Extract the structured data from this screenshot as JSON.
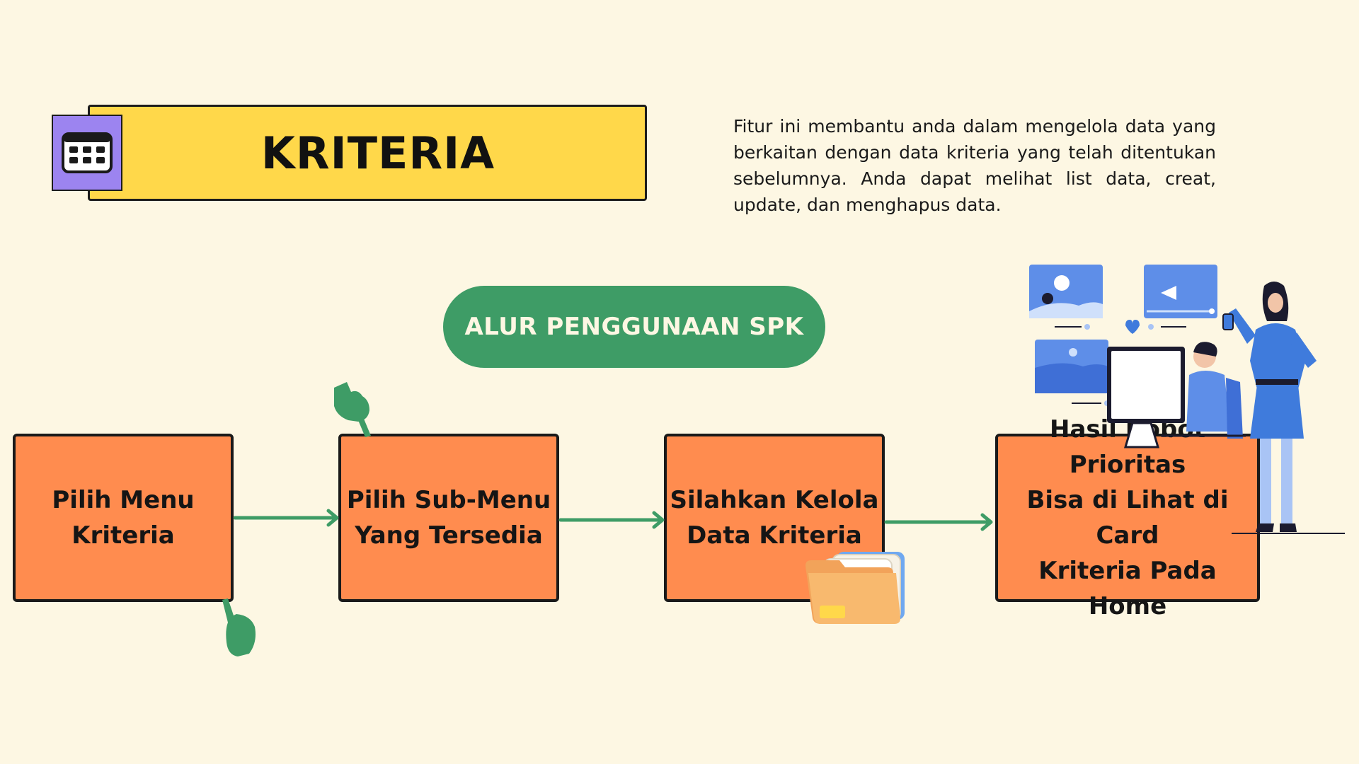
{
  "title": "KRITERIA",
  "description": "Fitur ini membantu anda dalam mengelola data yang berkaitan dengan data kriteria yang telah ditentukan sebelumnya. Anda dapat melihat list data, creat, update, dan menghapus data.",
  "flow_title": "ALUR PENGGUNAAN SPK",
  "steps": [
    {
      "line1": "Pilih Menu",
      "line2": "Kriteria"
    },
    {
      "line1": "Pilih Sub-Menu",
      "line2": "Yang Tersedia"
    },
    {
      "line1": "Silahkan Kelola",
      "line2": "Data Kriteria"
    },
    {
      "line1": "Hasil Bobot Prioritas",
      "line2": "Bisa di Lihat di Card",
      "line3": "Kriteria Pada Home"
    }
  ],
  "colors": {
    "background": "#fdf7e3",
    "banner": "#ffd84a",
    "icon_box": "#9c84f0",
    "pill": "#3e9c66",
    "step": "#ff8c4f",
    "arrow": "#3e9c66"
  },
  "icons": [
    "calendar-icon",
    "pointing-hand-icon",
    "folder-icon",
    "people-computer-illustration"
  ]
}
